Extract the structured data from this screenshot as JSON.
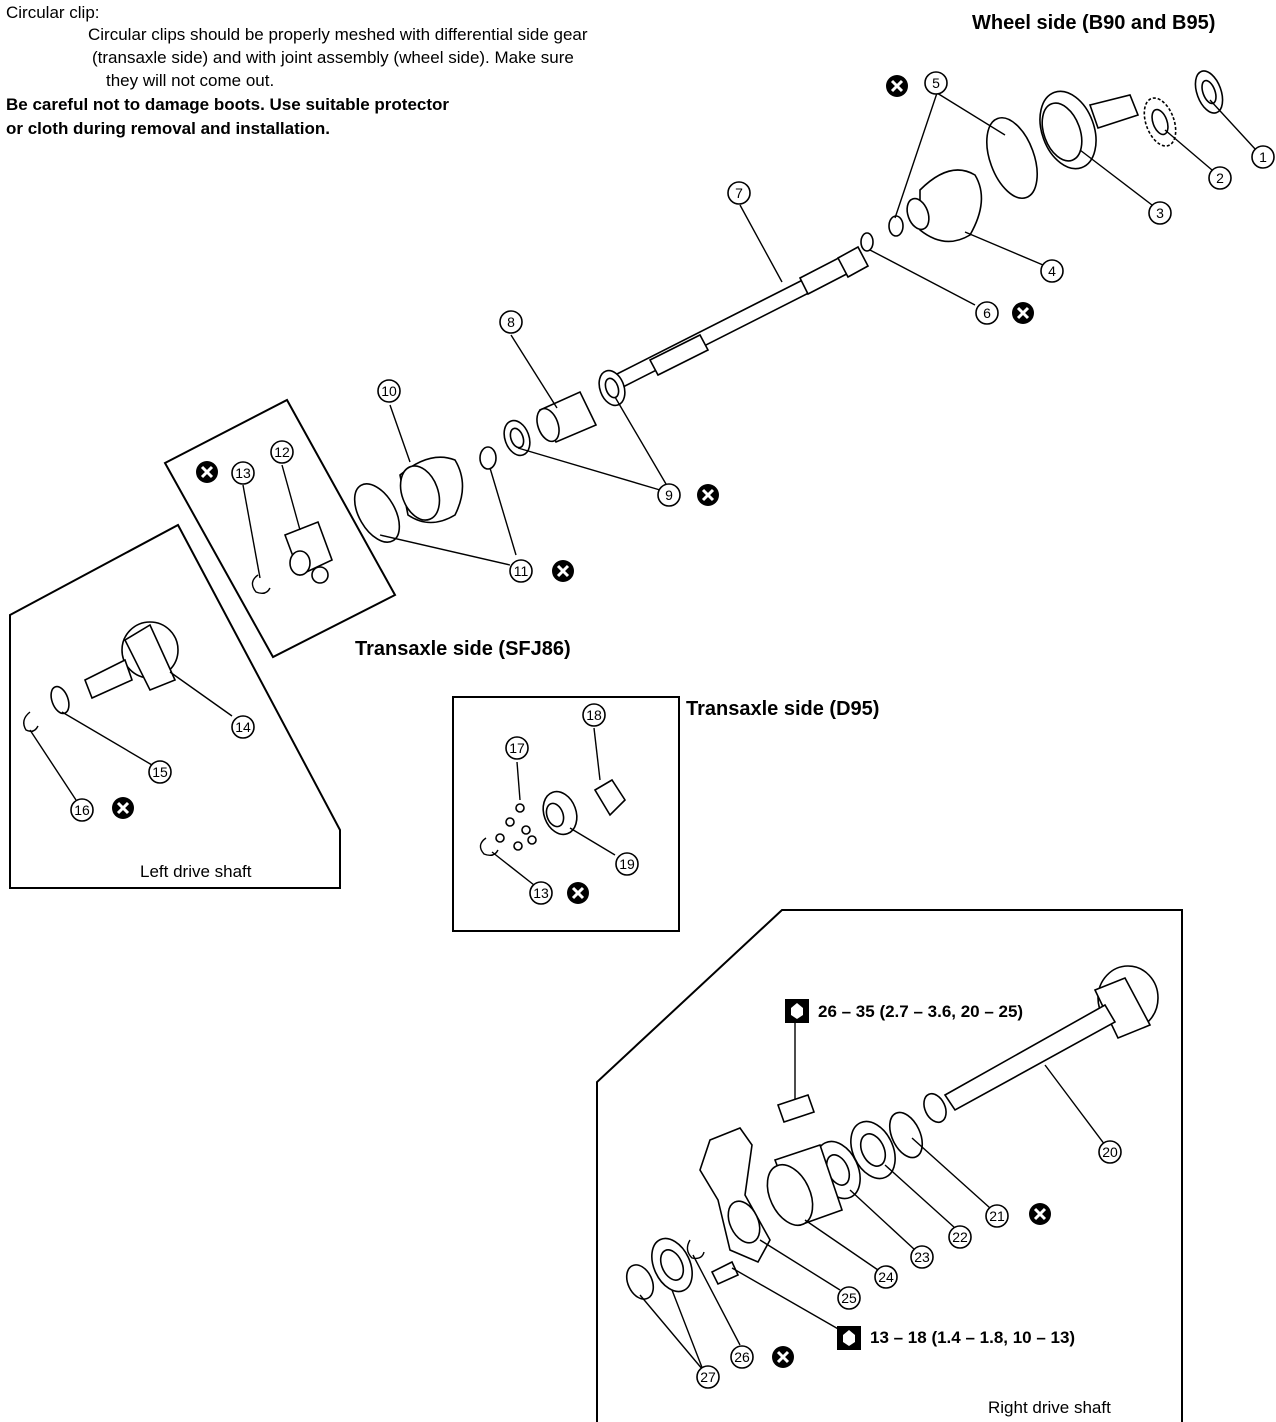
{
  "notes": {
    "line1": "Circular clip:",
    "line2": "Circular clips should be properly meshed with differential side gear",
    "line3": "(transaxle side) and with joint assembly (wheel side). Make sure",
    "line4": "they will not come out.",
    "line5": "Be careful not to damage boots. Use suitable protector",
    "line6": "or cloth during removal and installation."
  },
  "labels": {
    "wheel_side": "Wheel side (B90 and B95)",
    "transaxle_sfj86": "Transaxle side (SFJ86)",
    "transaxle_d95": "Transaxle side (D95)",
    "left_drive_shaft": "Left drive shaft",
    "right_drive_shaft": "Right drive shaft"
  },
  "torque": {
    "upper": "26 – 35 (2.7 – 3.6, 20 – 25)",
    "lower": "13 – 18 (1.4 – 1.8, 10 – 13)"
  },
  "callouts": [
    "1",
    "2",
    "3",
    "4",
    "5",
    "6",
    "7",
    "8",
    "9",
    "10",
    "11",
    "12",
    "13",
    "14",
    "15",
    "16",
    "17",
    "18",
    "19",
    "20",
    "21",
    "22",
    "23",
    "24",
    "25",
    "26",
    "27",
    "13"
  ]
}
